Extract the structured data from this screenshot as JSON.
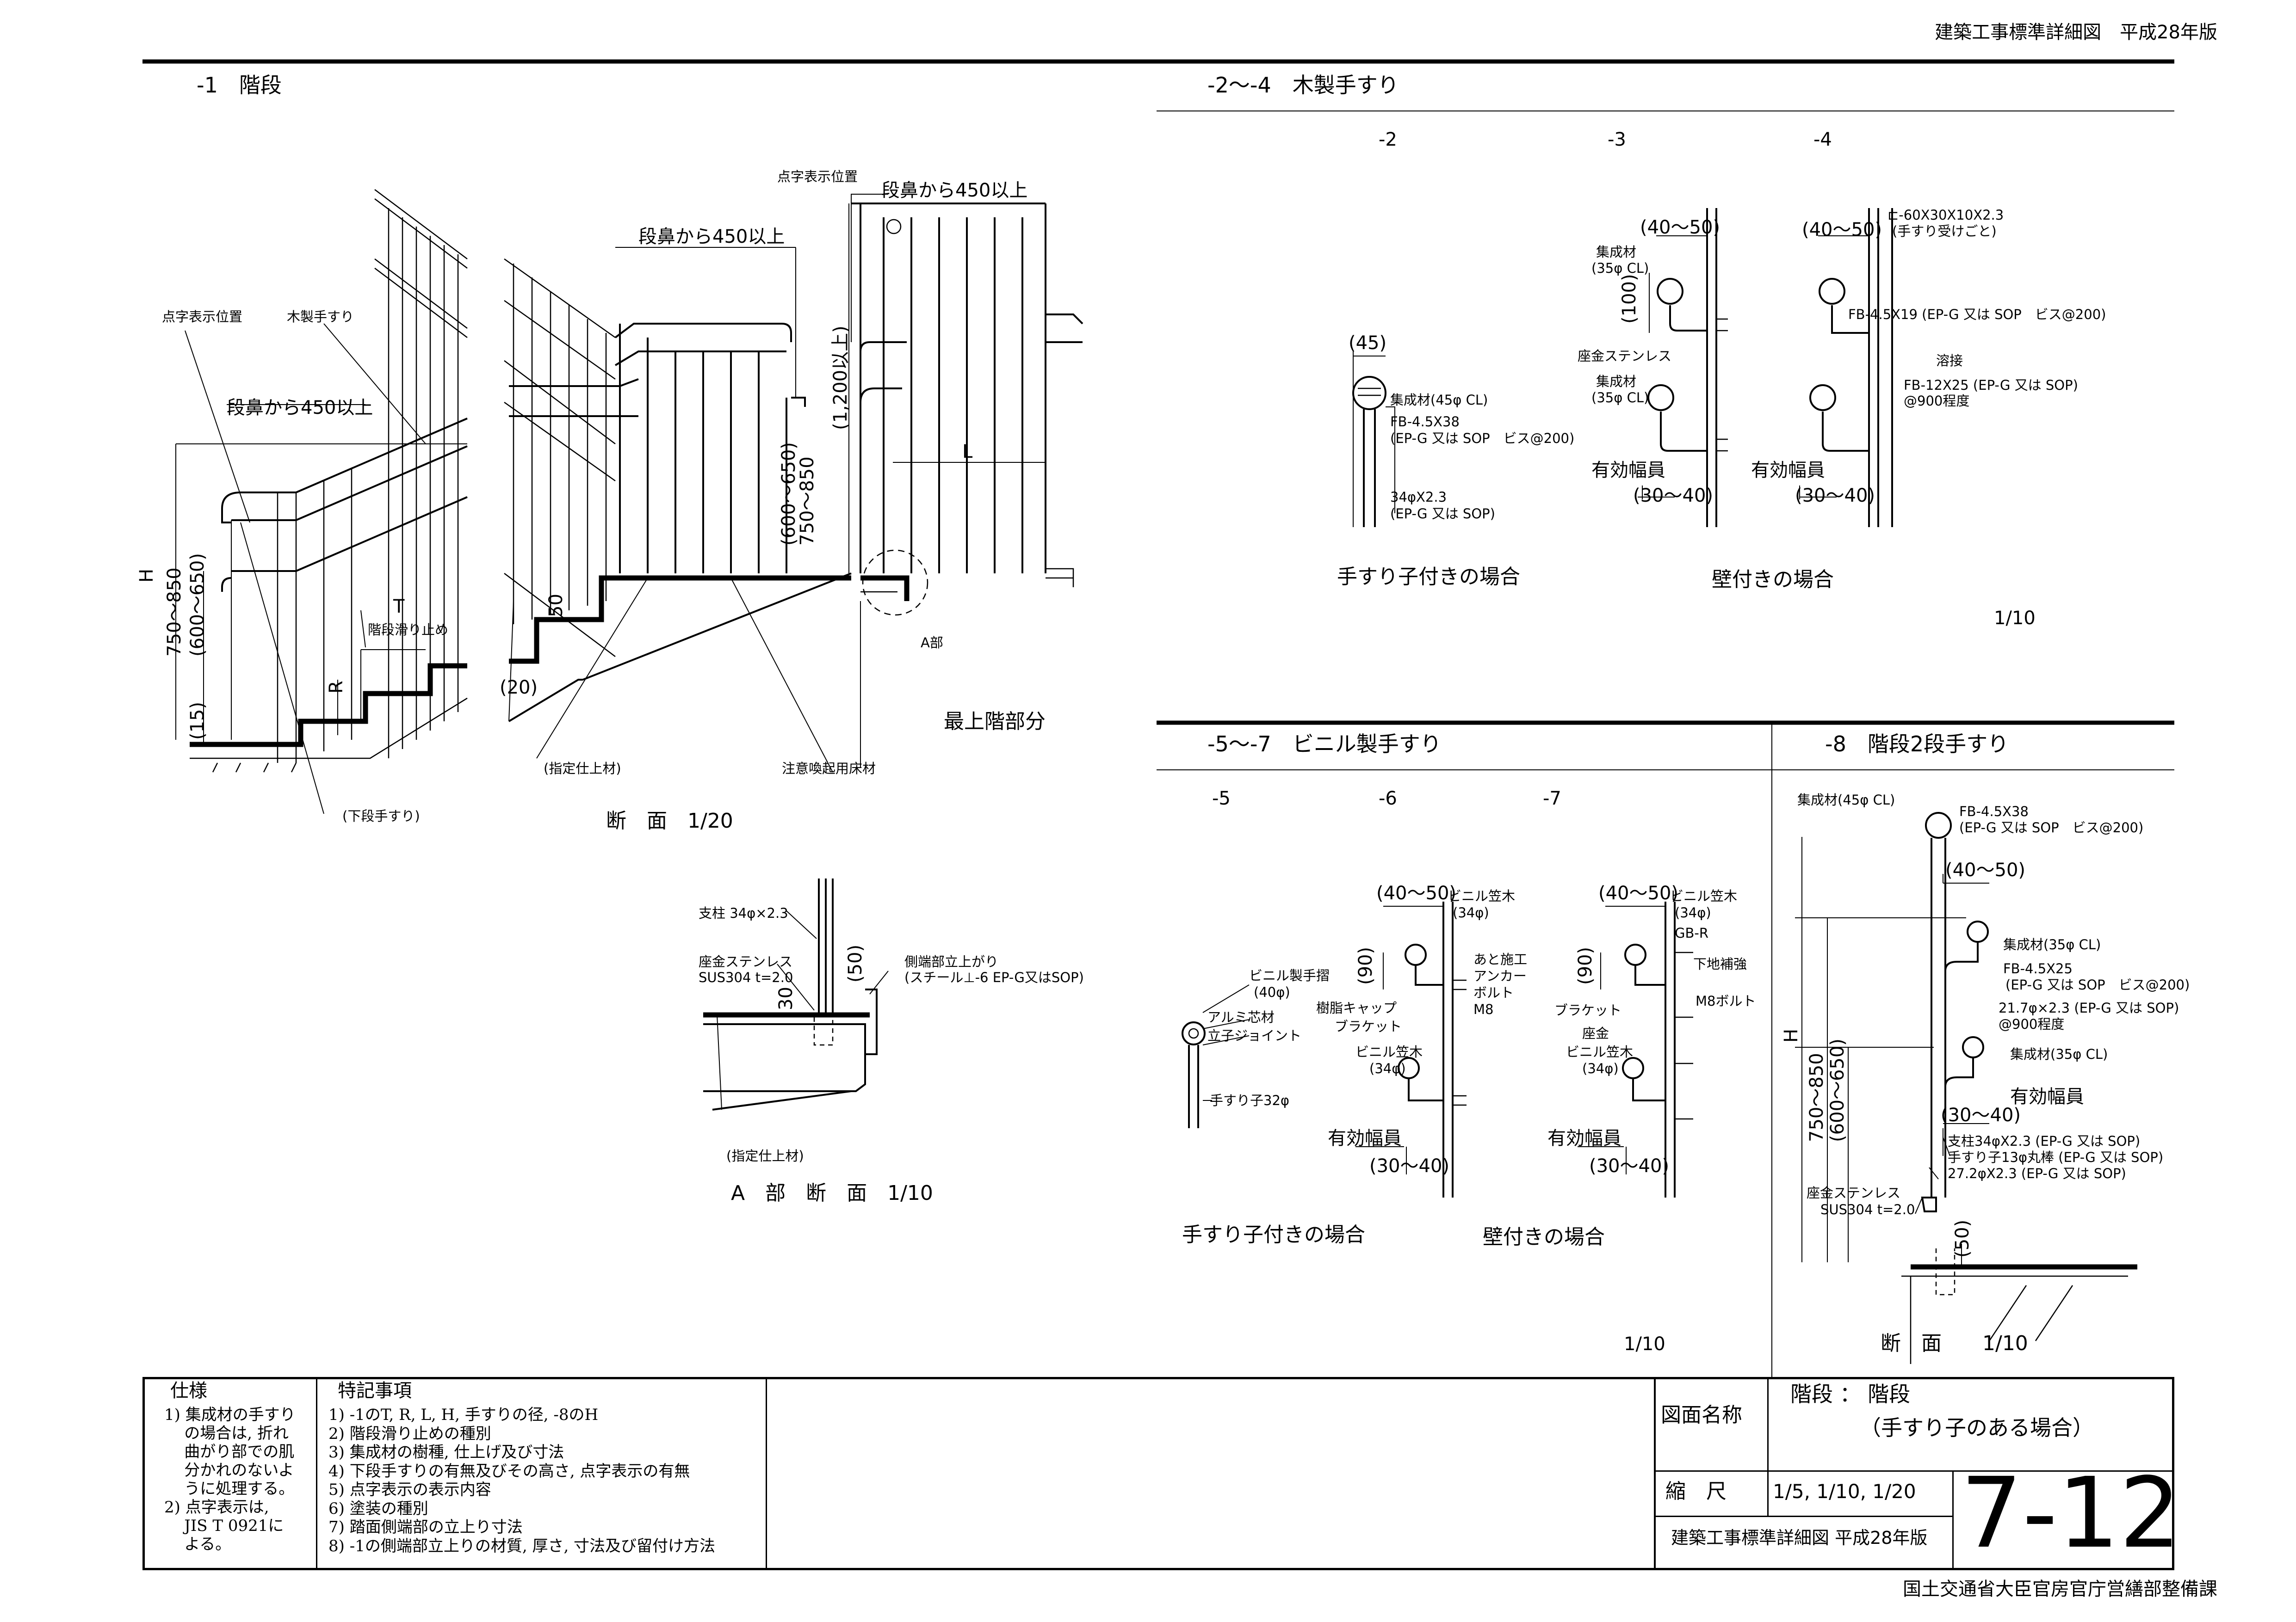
{
  "header": {
    "right": "建築工事標準詳細図　平成28年版"
  },
  "footer": {
    "right": "国土交通省大臣官房官庁営繕部整備課"
  },
  "sections": {
    "s1": "-1　階段",
    "s24": "-2～-4　木製手すり",
    "s57": "-5～-7　ビニル製手すり",
    "s8": "-8　階段2段手すり"
  },
  "subs": {
    "d2": "-2",
    "d3": "-3",
    "d4": "-4",
    "d5": "-5",
    "d6": "-6",
    "d7": "-7"
  },
  "stair": {
    "braille_pos": "点字表示位置",
    "wood_rail": "木製手すり",
    "nose450": "段鼻から450以上",
    "H": "H",
    "h750": "750～850",
    "h600": "(600～650)",
    "t15": "(15)",
    "T": "T",
    "R": "R",
    "nonslip": "階段滑り止め",
    "lower": "(下段手すり)",
    "v50": "50",
    "v20": "(20)",
    "spec_finish": "(指定仕上材)",
    "caution": "注意喚起用床材",
    "h1200": "(1,200以上)",
    "L": "L",
    "A": "A部",
    "top_floor": "最上階部分",
    "sec120": "断　面　1/20"
  },
  "adetail": {
    "post": "支柱 34φ×2.3",
    "base1": "座金ステンレス",
    "base2": "SUS304 t=2.0",
    "side1": "側端部立上がり",
    "side2": "(スチール⊥-6 EP-G又はSOP)",
    "v30": "30",
    "v50": "(50)",
    "finish": "(指定仕上材)",
    "caption": "A　部　断　面　1/10"
  },
  "wood": {
    "p45": "(45)",
    "lam45": "集成材(45φ CL)",
    "fb438a": "FB-4.5X38",
    "fb438b": "(EP-G 又は SOP　ビス@200)",
    "pipe34a": "34φX2.3",
    "pipe34b": "(EP-G 又は SOP)",
    "w4050a": "(40～50)",
    "lam35a": "集成材",
    "lam35b": "(35φ CL)",
    "p100": "(100)",
    "zagane": "座金ステンレス",
    "lam35c": "集成材",
    "lam35d": "(35φ CL)",
    "eff1": "有効幅員",
    "w3040a": "(30～40)",
    "w4050b": "(40～50)",
    "ch1": "⊏-60X30X10X2.3",
    "ch2": "(手すり受けごと)",
    "fb419": "FB-4.5X19 (EP-G 又は SOP　ビス@200)",
    "weld": "溶接",
    "fb1225a": "FB-12X25 (EP-G 又は SOP)",
    "fb1225b": "@900程度",
    "eff2": "有効幅員",
    "w3040b": "(30～40)",
    "cap_post": "手すり子付きの場合",
    "cap_wall": "壁付きの場合",
    "scale": "1/10"
  },
  "vinyl": {
    "v5a": "ビニル製手摺",
    "v5b": "(40φ)",
    "alu": "アルミ芯材",
    "joint": "立子ジョイント",
    "rod": "手すり子32φ",
    "w4050a": "(40～50)",
    "cap34a": "ビニル笠木",
    "cap34b": "(34φ)",
    "p90a": "(90)",
    "resin": "樹脂キャップ",
    "bracket": "ブラケット",
    "anchor1": "あと施工",
    "anchor2": "アンカー",
    "anchor3": "ボルト",
    "m8": "M8",
    "cap34c": "ビニル笠木",
    "cap34d": "(34φ)",
    "eff1": "有効幅員",
    "w3040a": "(30～40)",
    "w4050b": "(40～50)",
    "cap34e": "ビニル笠木",
    "cap34f": "(34φ)",
    "gbr": "GB-R",
    "p90b": "(90)",
    "shitaji": "下地補強",
    "bracket2": "ブラケット",
    "m8b": "M8ボルト",
    "zagane": "座金",
    "cap34g": "ビニル笠木",
    "cap34h": "(34φ)",
    "eff2": "有効幅員",
    "w3040b": "(30～40)",
    "cap_post": "手すり子付きの場合",
    "cap_wall": "壁付きの場合",
    "scale": "1/10"
  },
  "two": {
    "lam45": "集成材(45φ CL)",
    "fb438a": "FB-4.5X38",
    "fb438b": "(EP-G 又は SOP　ビス@200)",
    "w4050": "(40～50)",
    "lam35a": "集成材(35φ CL)",
    "fb425a": "FB-4.5X25",
    "fb425b": "(EP-G 又は SOP　ビス@200)",
    "p217a": "21.7φ×2.3 (EP-G 又は SOP)",
    "p217b": "@900程度",
    "lam35b": "集成材(35φ CL)",
    "eff": "有効幅員",
    "w3040": "(30～40)",
    "post34": "支柱34φX2.3 (EP-G 又は SOP)",
    "rod13": "手すり子13φ丸棒 (EP-G 又は SOP)",
    "p272": "27.2φX2.3 (EP-G 又は SOP)",
    "base1": "座金ステンレス",
    "base2": "SUS304 t=2.0",
    "H": "H",
    "h750": "750～850",
    "h600": "(600～650)",
    "v50": "(50)",
    "caption": "断　面　　1/10"
  },
  "title_block": {
    "spec_head": "仕様",
    "spec_text": "1) 集成材の手すり\n    の場合は, 折れ\n    曲がり部での肌\n    分かれのないよ\n    うに処理する。\n2) 点字表示は,\n    JIS T 0921に\n    よる。",
    "notes_head": "特記事項",
    "notes_text": "1) -1のT, R, L, H, 手すりの径, -8のH\n2) 階段滑り止めの種別\n3) 集成材の樹種, 仕上げ及び寸法\n4) 下段手すりの有無及びその高さ, 点字表示の有無\n5) 点字表示の表示内容\n6) 塗装の種別\n7) 踏面側端部の立上り寸法\n8) -1の側端部立上りの材質, 厚さ, 寸法及び留付け方法",
    "name_label": "図面名称",
    "name1": "階段 ： 階段",
    "name2": "（手すり子のある場合）",
    "scale_label": "縮　尺",
    "scale_value": "1/5, 1/10, 1/20",
    "std": "建築工事標準詳細図 平成28年版",
    "number": "7-12"
  }
}
